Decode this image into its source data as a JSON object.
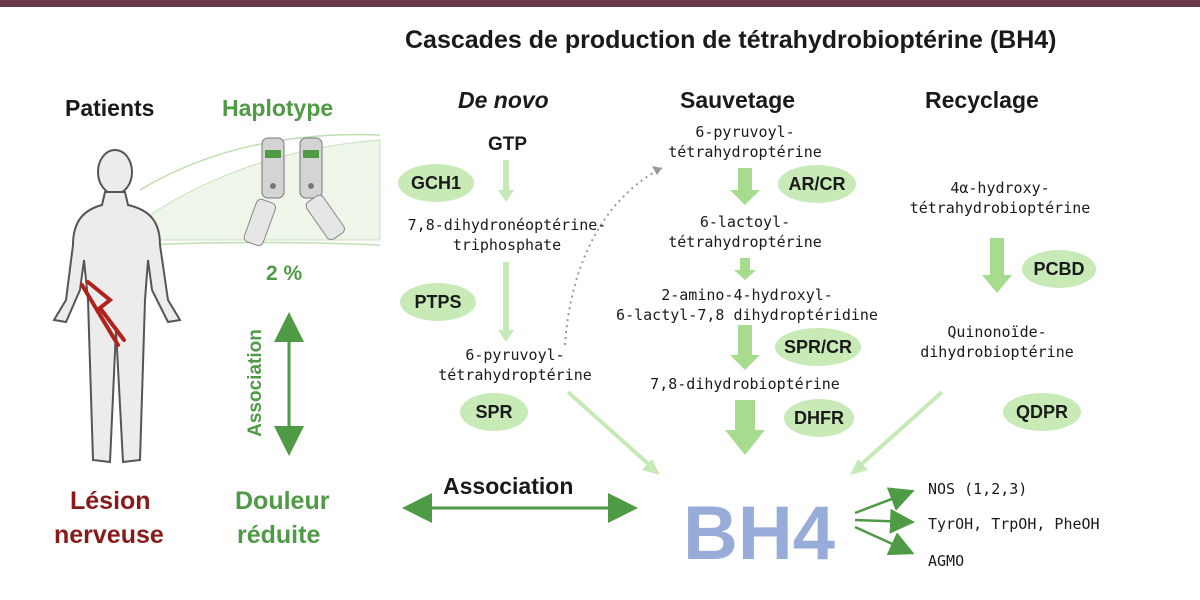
{
  "title": "Cascades de production de tétrahydrobioptérine (BH4)",
  "left": {
    "patients": "Patients",
    "haplotype": "Haplotype",
    "percent": "2 %",
    "association_vertical": "Association",
    "lesion_line1": "Lésion",
    "lesion_line2": "nerveuse",
    "douleur_line1": "Douleur",
    "douleur_line2": "réduite",
    "association_horizontal": "Association"
  },
  "denovo": {
    "heading": "De novo",
    "gtp": "GTP",
    "enz1": "GCH1",
    "mol1_line1": "7,8-dihydronéoptérine-",
    "mol1_line2": "triphosphate",
    "enz2": "PTPS",
    "mol2_line1": "6-pyruvoyl-",
    "mol2_line2": "tétrahydroptérine",
    "enz3": "SPR"
  },
  "sauvetage": {
    "heading": "Sauvetage",
    "mol1_line1": "6-pyruvoyl-",
    "mol1_line2": "tétrahydroptérine",
    "enz1": "AR/CR",
    "mol2_line1": "6-lactoyl-",
    "mol2_line2": "tétrahydroptérine",
    "mol3_line1": "2-amino-4-hydroxyl-",
    "mol3_line2": "6-lactyl-7,8 dihydroptéridine",
    "enz2": "SPR/CR",
    "mol4": "7,8-dihydrobioptérine",
    "enz3": "DHFR"
  },
  "recyclage": {
    "heading": "Recyclage",
    "mol1_line1": "4α-hydroxy-",
    "mol1_line2": "tétrahydrobioptérine",
    "enz1": "PCBD",
    "mol2_line1": "Quinonoïde-",
    "mol2_line2": "dihydrobioptérine",
    "enz2": "QDPR"
  },
  "bh4": "BH4",
  "targets": [
    "NOS (1,2,3)",
    "TyrOH, TrpOH, PheOH",
    "AGMO"
  ],
  "colors": {
    "accent_green": "#4f9a45",
    "light_green": "#c7eab7",
    "arrow_green": "#b5e3a0",
    "lesion_red": "#8a1a1a",
    "bh4_blue": "#97acd8",
    "top_bar": "#6b3a4a"
  }
}
